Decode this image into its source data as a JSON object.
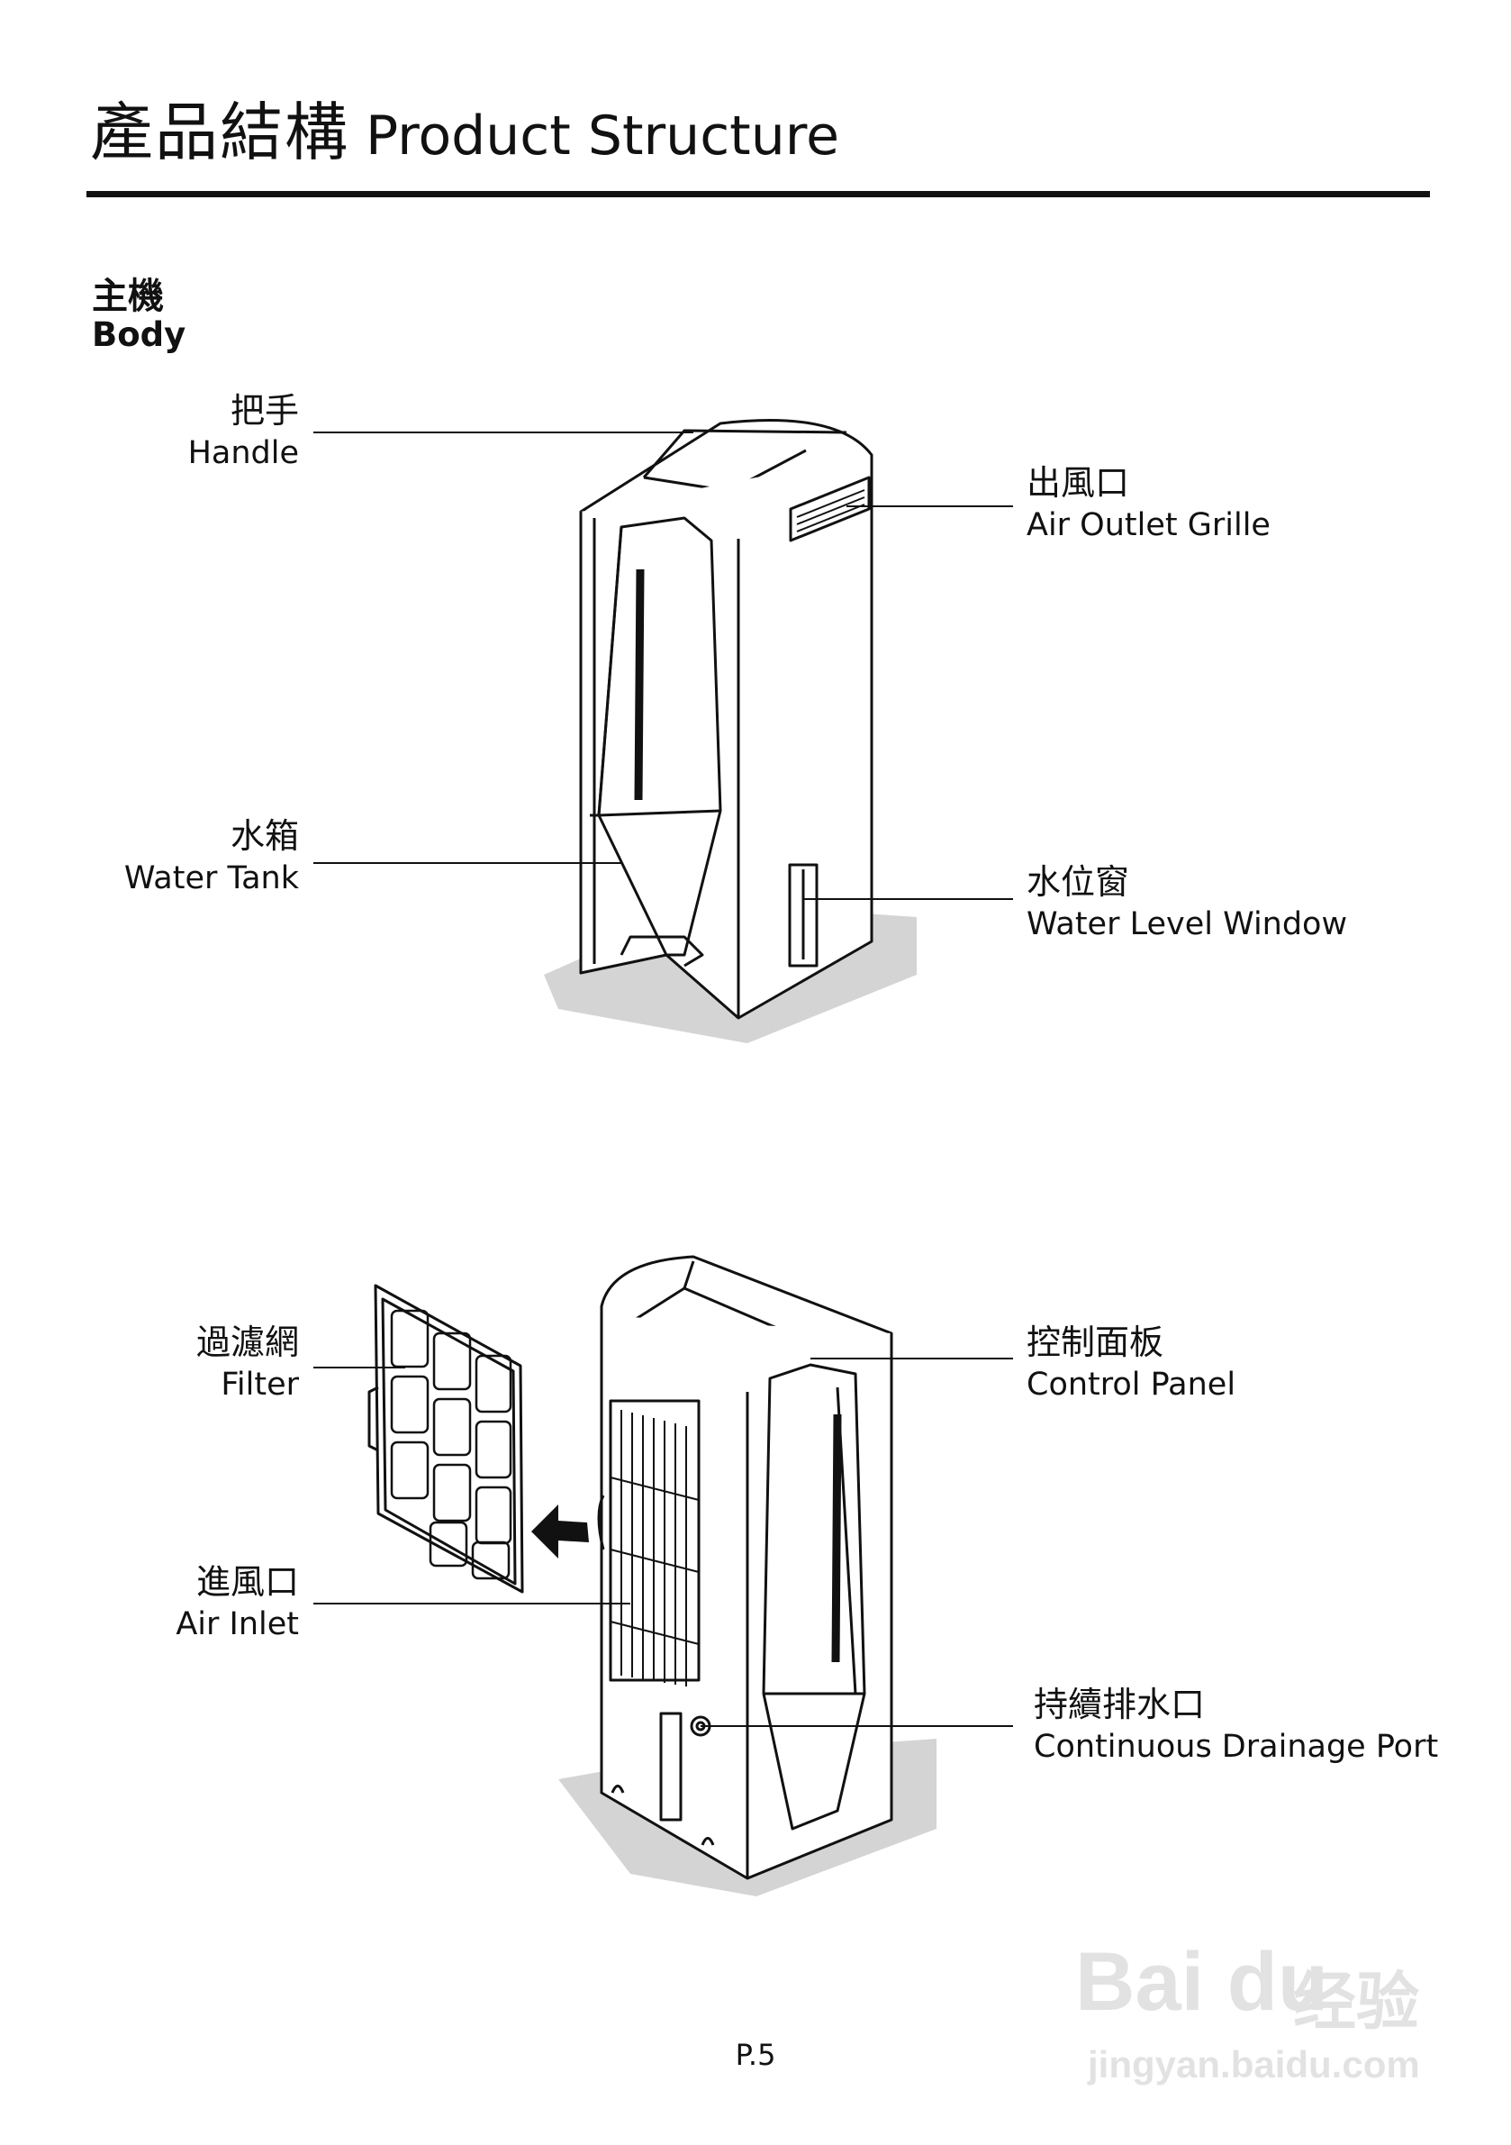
{
  "page": {
    "title_zh": "產品結構",
    "title_en": "Product Structure",
    "section_zh": "主機",
    "section_en": "Body",
    "page_number": "P.5"
  },
  "labels": {
    "handle": {
      "zh": "把手",
      "en": "Handle"
    },
    "air_outlet": {
      "zh": "出風口",
      "en": "Air Outlet Grille"
    },
    "water_tank": {
      "zh": "水箱",
      "en": "Water Tank"
    },
    "water_level": {
      "zh": "水位窗",
      "en": "Water Level Window"
    },
    "filter": {
      "zh": "過濾網",
      "en": "Filter"
    },
    "control_panel": {
      "zh": "控制面板",
      "en": "Control Panel"
    },
    "air_inlet": {
      "zh": "進風口",
      "en": "Air Inlet"
    },
    "drainage": {
      "zh": "持續排水口",
      "en": "Continuous Drainage Port"
    }
  },
  "watermark": {
    "logo": "Bai du",
    "cn": "经验",
    "url": "jingyan.baidu.com"
  },
  "colors": {
    "ink": "#111111",
    "shadow": "#d4d4d4",
    "rule": "#111111"
  }
}
